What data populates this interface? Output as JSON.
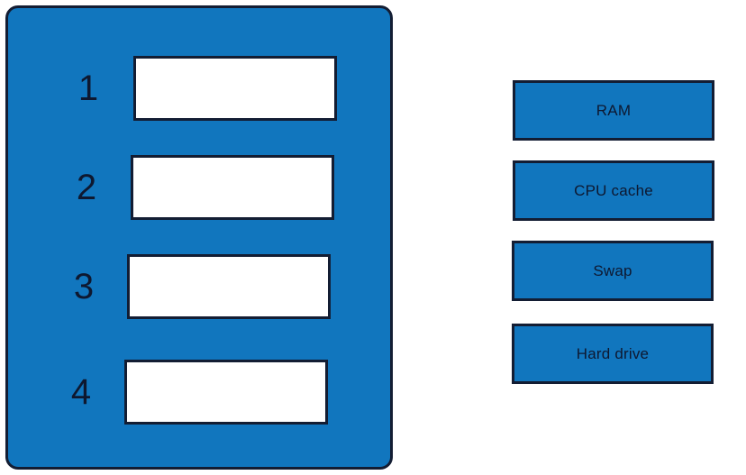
{
  "panel": {
    "name": "ordering-drop-panel",
    "fill_color": "#1176be",
    "border_color": "#131d33",
    "slots": [
      {
        "number": "1",
        "value": ""
      },
      {
        "number": "2",
        "value": ""
      },
      {
        "number": "3",
        "value": ""
      },
      {
        "number": "4",
        "value": ""
      }
    ]
  },
  "options": {
    "name": "draggable-option-bank",
    "fill_color": "#1176be",
    "border_color": "#131d33",
    "items": [
      {
        "label": "RAM"
      },
      {
        "label": "CPU cache"
      },
      {
        "label": "Swap"
      },
      {
        "label": "Hard drive"
      }
    ]
  }
}
